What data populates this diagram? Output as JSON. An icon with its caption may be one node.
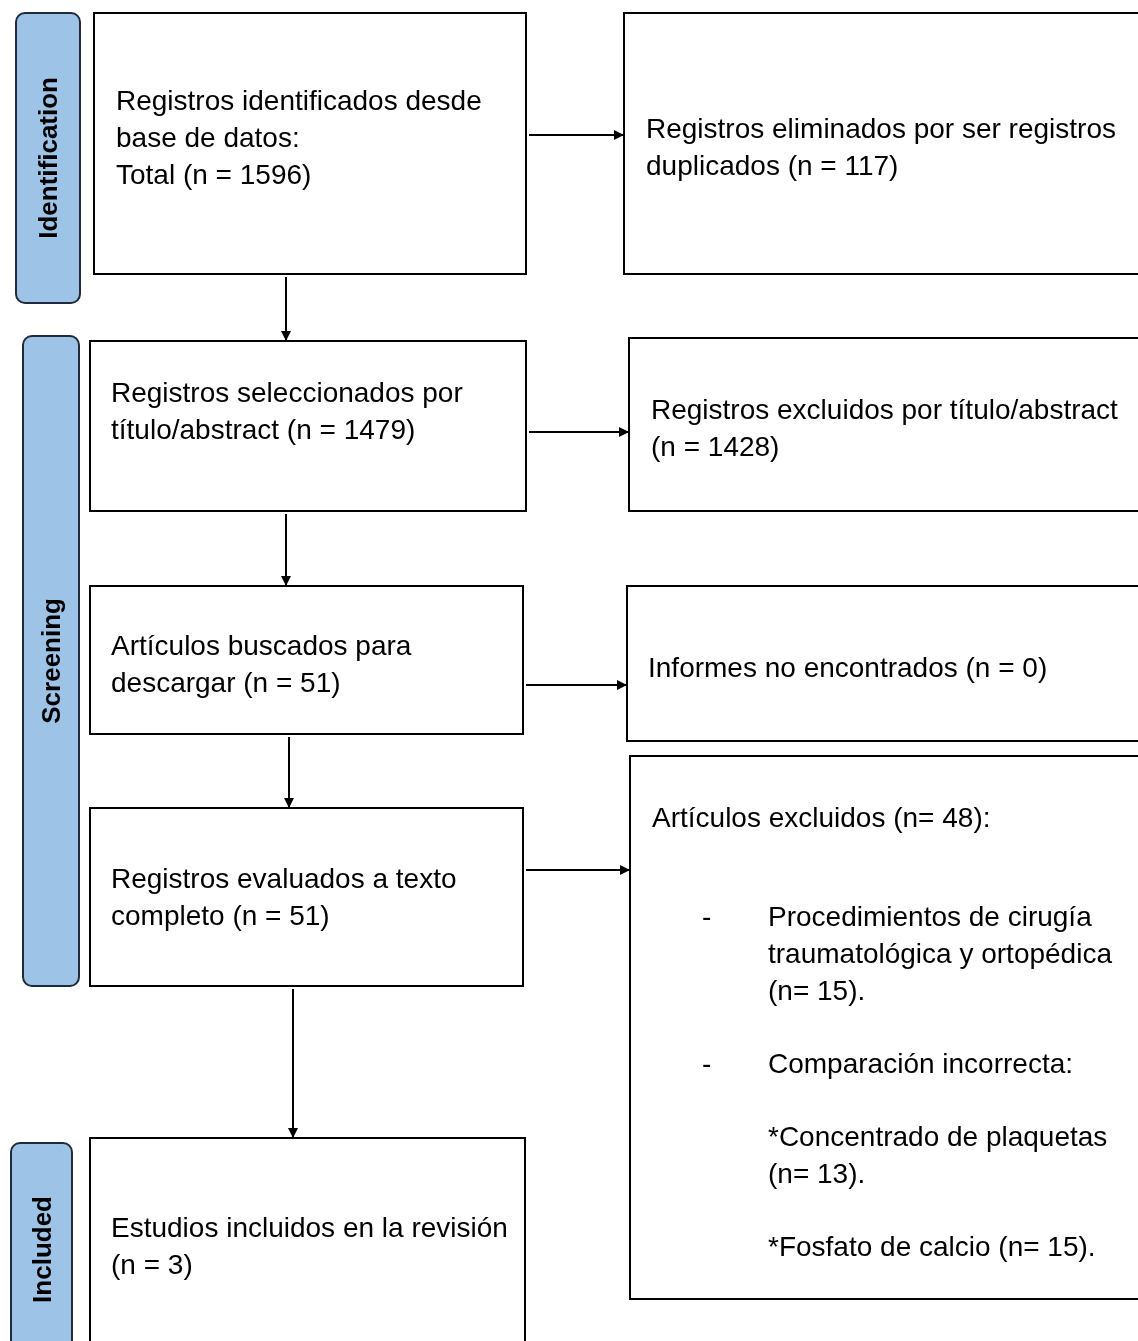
{
  "diagram": {
    "nodes": [
      {
        "text": [
          "Identification"
        ]
      },
      {
        "text": [
          "Screening"
        ]
      },
      {
        "text": [
          "Included"
        ]
      },
      {
        "text": [
          "Registros identificados desde base de datos:",
          "Total (n = 1596)"
        ]
      },
      {
        "text": [
          "Registros eliminados por ser registros duplicados (n = 117)"
        ]
      },
      {
        "text": [
          "Registros seleccionados por título/abstract (n = 1479)"
        ]
      },
      {
        "text": [
          "Registros excluidos por título/abstract (n = 1428)"
        ]
      },
      {
        "text": [
          "Artículos buscados para descargar (n = 51)"
        ]
      },
      {
        "text": [
          "Informes no encontrados (n = 0)"
        ]
      },
      {
        "text": [
          "Registros evaluados a texto completo (n = 51)"
        ]
      },
      {
        "text": [
          "Artículos excluidos (n= 48):",
          "-",
          "Procedimientos de cirugía traumatológica y ortopédica (n= 15).",
          "-",
          "Comparación incorrecta:",
          "*Concentrado de plaquetas (n= 13).",
          "*Fosfato de calcio (n= 15)."
        ]
      },
      {
        "text": [
          "Estudios incluidos en la revisión (n = 3)"
        ]
      }
    ],
    "edges": [
      {
        "from": 3,
        "to": 4,
        "arrow": "to"
      },
      {
        "from": 3,
        "to": 5,
        "arrow": "to"
      },
      {
        "from": 5,
        "to": 6,
        "arrow": "to"
      },
      {
        "from": 5,
        "to": 7,
        "arrow": "to"
      },
      {
        "from": 7,
        "to": 8,
        "arrow": "to"
      },
      {
        "from": 7,
        "to": 9,
        "arrow": "to"
      },
      {
        "from": 9,
        "to": 10,
        "arrow": "to"
      },
      {
        "from": 9,
        "to": 11,
        "arrow": "to"
      }
    ]
  }
}
